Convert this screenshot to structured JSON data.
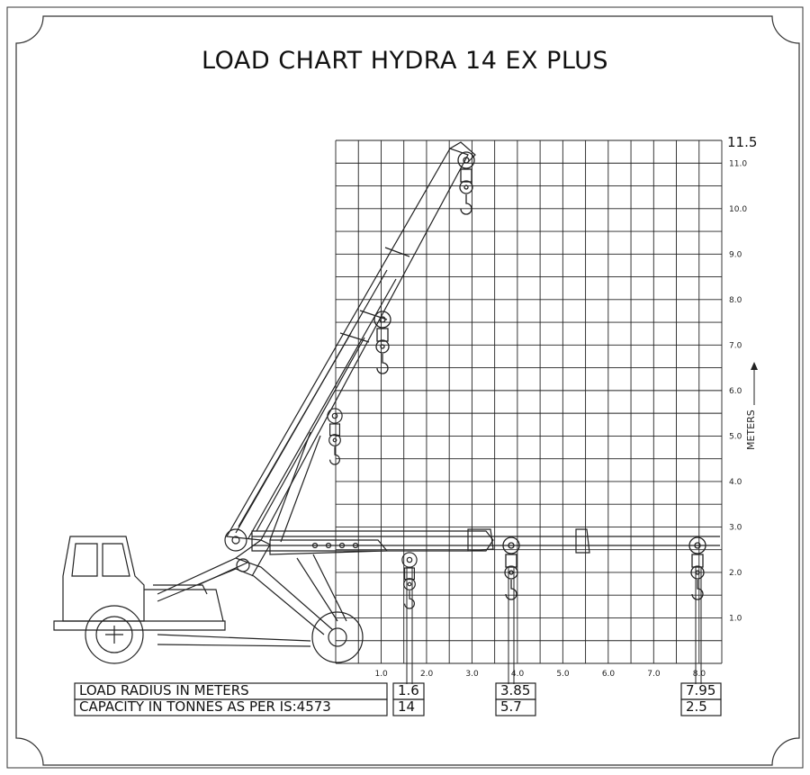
{
  "title": "LOAD CHART HYDRA 14 EX PLUS",
  "y_axis": {
    "label": "METERS",
    "top_value": "11.5",
    "ticks": [
      "11.0",
      "10.0",
      "9.0",
      "8.0",
      "7.0",
      "6.0",
      "5.0",
      "4.0",
      "3.0",
      "2.0",
      "1.0"
    ]
  },
  "x_axis": {
    "ticks": [
      "1.0",
      "2.0",
      "3.0",
      "4.0",
      "5.0",
      "6.0",
      "7.0",
      "8.0"
    ]
  },
  "table": {
    "radius_label": "LOAD RADIUS IN METERS",
    "capacity_label": "CAPACITY IN TONNES AS PER IS:4573",
    "columns": [
      {
        "radius": "1.6",
        "capacity": "14"
      },
      {
        "radius": "3.85",
        "capacity": "5.7"
      },
      {
        "radius": "7.95",
        "capacity": "2.5"
      }
    ]
  },
  "colors": {
    "line": "#222222",
    "background": "#ffffff"
  }
}
